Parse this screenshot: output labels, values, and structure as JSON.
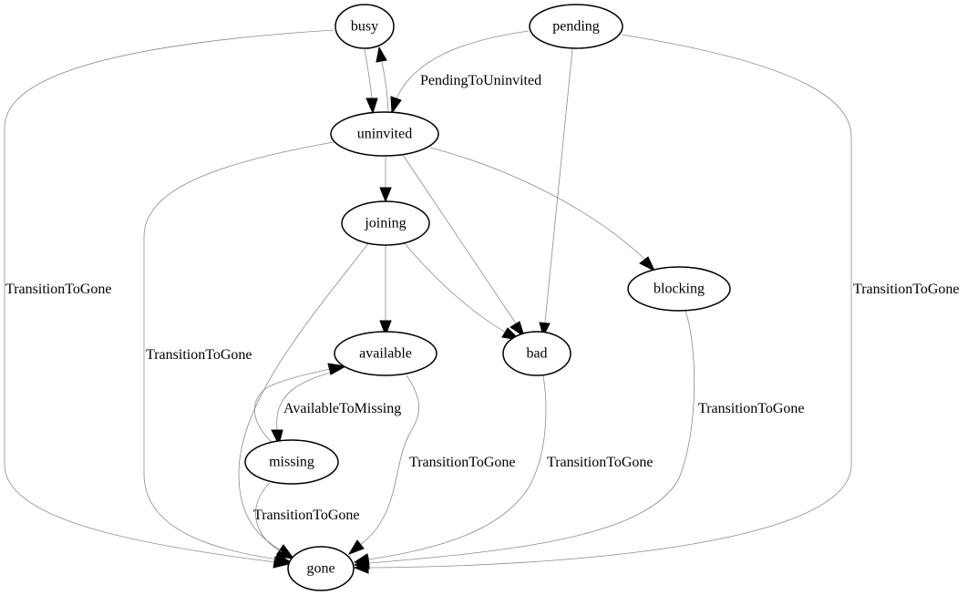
{
  "diagram": {
    "type": "state-machine",
    "colors": {
      "background": "#ffffff",
      "node_stroke": "#000000",
      "edge_stroke": "#8c8c8c",
      "text": "#000000"
    },
    "nodes": [
      {
        "id": "busy",
        "label": "busy"
      },
      {
        "id": "pending",
        "label": "pending"
      },
      {
        "id": "uninvited",
        "label": "uninvited"
      },
      {
        "id": "joining",
        "label": "joining"
      },
      {
        "id": "blocking",
        "label": "blocking"
      },
      {
        "id": "available",
        "label": "available"
      },
      {
        "id": "bad",
        "label": "bad"
      },
      {
        "id": "missing",
        "label": "missing"
      },
      {
        "id": "gone",
        "label": "gone"
      }
    ],
    "edges": [
      {
        "from": "busy",
        "to": "uninvited",
        "label": ""
      },
      {
        "from": "uninvited",
        "to": "busy",
        "label": ""
      },
      {
        "from": "pending",
        "to": "uninvited",
        "label": "PendingToUninvited"
      },
      {
        "from": "pending",
        "to": "bad",
        "label": ""
      },
      {
        "from": "uninvited",
        "to": "joining",
        "label": ""
      },
      {
        "from": "uninvited",
        "to": "bad",
        "label": ""
      },
      {
        "from": "uninvited",
        "to": "blocking",
        "label": ""
      },
      {
        "from": "joining",
        "to": "available",
        "label": ""
      },
      {
        "from": "joining",
        "to": "bad",
        "label": ""
      },
      {
        "from": "available",
        "to": "missing",
        "label": "AvailableToMissing"
      },
      {
        "from": "missing",
        "to": "available",
        "label": ""
      },
      {
        "from": "busy",
        "to": "gone",
        "label": "TransitionToGone"
      },
      {
        "from": "pending",
        "to": "gone",
        "label": "TransitionToGone"
      },
      {
        "from": "uninvited",
        "to": "gone",
        "label": "TransitionToGone"
      },
      {
        "from": "joining",
        "to": "gone",
        "label": ""
      },
      {
        "from": "available",
        "to": "gone",
        "label": "TransitionToGone"
      },
      {
        "from": "bad",
        "to": "gone",
        "label": "TransitionToGone"
      },
      {
        "from": "blocking",
        "to": "gone",
        "label": "TransitionToGone"
      },
      {
        "from": "missing",
        "to": "gone",
        "label": "TransitionToGone"
      }
    ]
  }
}
